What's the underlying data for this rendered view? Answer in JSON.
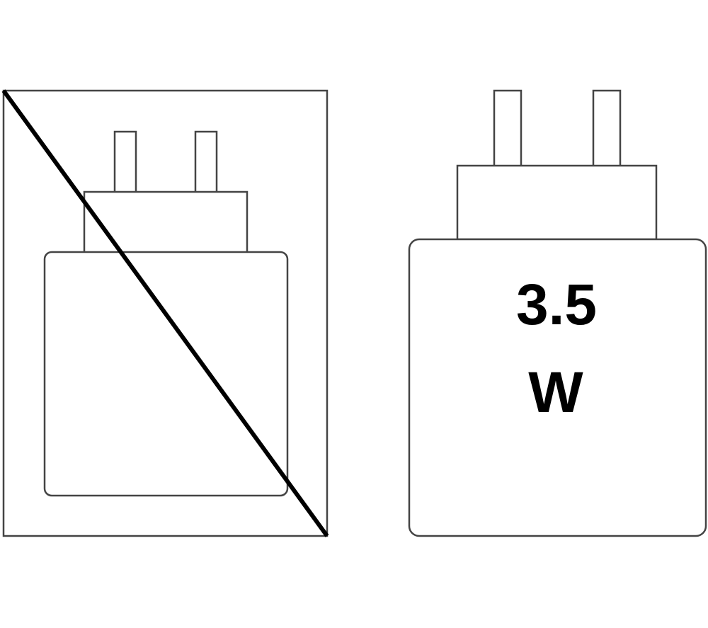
{
  "left_panel": {
    "meaning": "charger-not-included",
    "strike_color": "#000000"
  },
  "right_panel": {
    "power_value": "3.5",
    "power_unit": "W"
  },
  "colors": {
    "outline": "#444444",
    "background": "#ffffff",
    "text": "#000000"
  }
}
